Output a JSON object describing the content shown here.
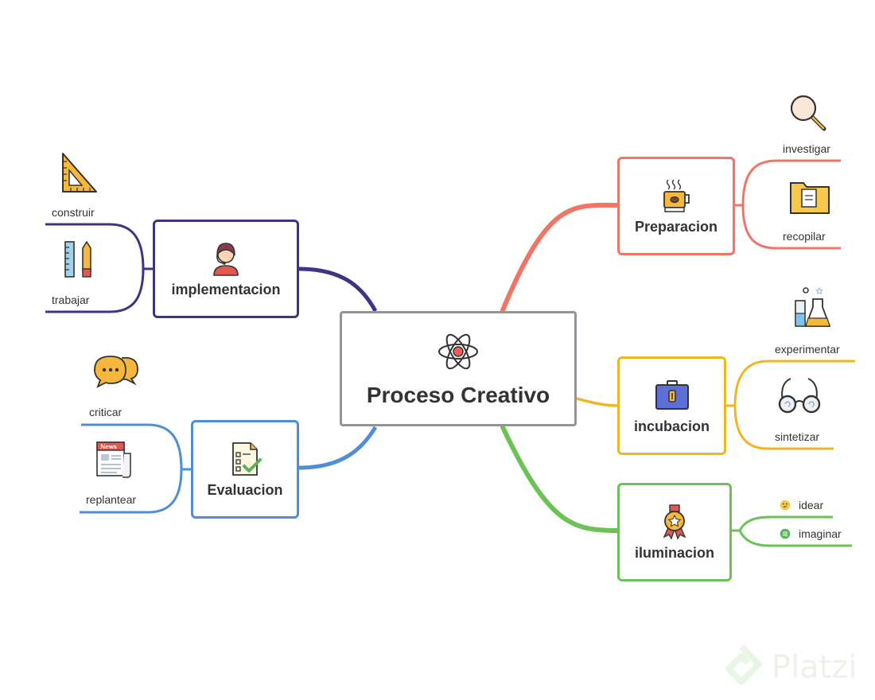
{
  "central": {
    "title": "Proceso Creativo",
    "icon": "atom-icon"
  },
  "branches": [
    {
      "id": "preparacion",
      "label": "Preparacion",
      "icon": "coffee-cup-icon",
      "color": "#f07565",
      "leaves": [
        {
          "label": "investigar",
          "icon": "magnifier-icon"
        },
        {
          "label": "recopilar",
          "icon": "folder-icon"
        }
      ]
    },
    {
      "id": "incubacion",
      "label": "incubacion",
      "icon": "briefcase-icon",
      "color": "#f0b51f",
      "leaves": [
        {
          "label": "experimentar",
          "icon": "lab-flask-icon"
        },
        {
          "label": "sintetizar",
          "icon": "glasses-icon"
        }
      ]
    },
    {
      "id": "iluminacion",
      "label": "iluminacion",
      "icon": "award-medal-icon",
      "color": "#6cc255",
      "leaves": [
        {
          "label": "idear",
          "icon": "thinking-face-icon"
        },
        {
          "label": "imaginar",
          "icon": "dizzy-face-icon"
        }
      ]
    },
    {
      "id": "implementacion",
      "label": "implementacion",
      "icon": "person-headset-icon",
      "color": "#3e3486",
      "leaves": [
        {
          "label": "construir",
          "icon": "set-square-icon"
        },
        {
          "label": "trabajar",
          "icon": "ruler-pencil-icon"
        }
      ]
    },
    {
      "id": "evaluacion",
      "label": "Evaluacion",
      "icon": "checklist-icon",
      "color": "#4e8ed6",
      "leaves": [
        {
          "label": "criticar",
          "icon": "chat-bubbles-icon"
        },
        {
          "label": "replantear",
          "icon": "newspaper-icon"
        }
      ]
    }
  ],
  "watermark": {
    "text": "Platzi"
  }
}
